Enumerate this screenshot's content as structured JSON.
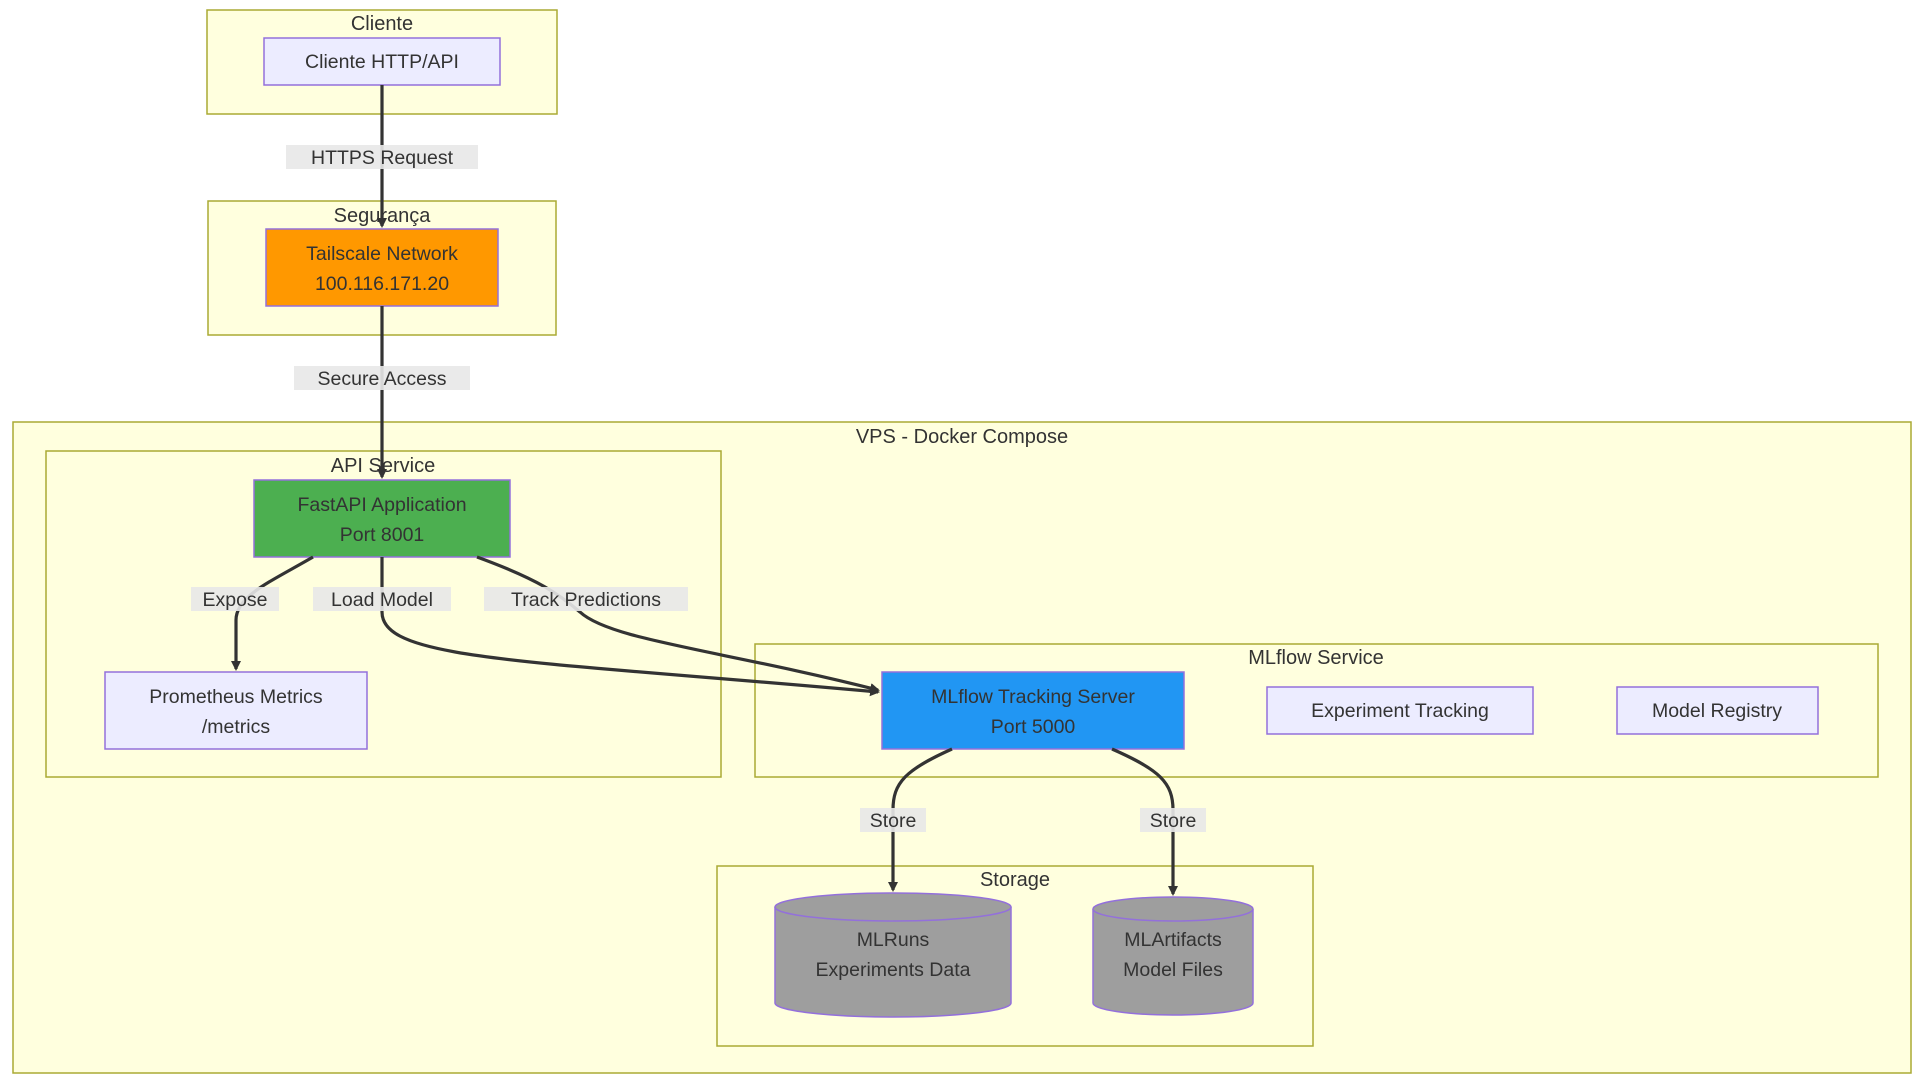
{
  "colors": {
    "cluster_fill": "#ffffde",
    "cluster_stroke": "#aaaa33",
    "node_default_fill": "#ececff",
    "node_stroke": "#9370db",
    "tailscale_fill": "#ff9800",
    "fastapi_fill": "#4caf50",
    "mlflow_fill": "#2196f3",
    "storage_fill": "#9e9e9e",
    "edge_color": "#333333",
    "edge_label_bg": "#e8e8e8"
  },
  "clusters": {
    "cliente": "Cliente",
    "seguranca": "Segurança",
    "vps": "VPS - Docker Compose",
    "api_service": "API Service",
    "mlflow_service": "MLflow Service",
    "storage": "Storage"
  },
  "nodes": {
    "cliente_http": {
      "lines": [
        "Cliente HTTP/API"
      ]
    },
    "tailscale": {
      "lines": [
        "Tailscale Network",
        "100.116.171.20"
      ]
    },
    "fastapi": {
      "lines": [
        "FastAPI Application",
        "Port 8001"
      ]
    },
    "prometheus": {
      "lines": [
        "Prometheus Metrics",
        "/metrics"
      ]
    },
    "mlflow_server": {
      "lines": [
        "MLflow Tracking Server",
        "Port 5000"
      ]
    },
    "experiment_tracking": {
      "lines": [
        "Experiment Tracking"
      ]
    },
    "model_registry": {
      "lines": [
        "Model Registry"
      ]
    },
    "mlruns": {
      "lines": [
        "MLRuns",
        "Experiments Data"
      ]
    },
    "mlartifacts": {
      "lines": [
        "MLArtifacts",
        "Model Files"
      ]
    }
  },
  "edges": {
    "https_request": "HTTPS Request",
    "secure_access": "Secure Access",
    "expose": "Expose",
    "load_model": "Load Model",
    "track_predictions": "Track Predictions",
    "store_runs": "Store",
    "store_artifacts": "Store"
  }
}
